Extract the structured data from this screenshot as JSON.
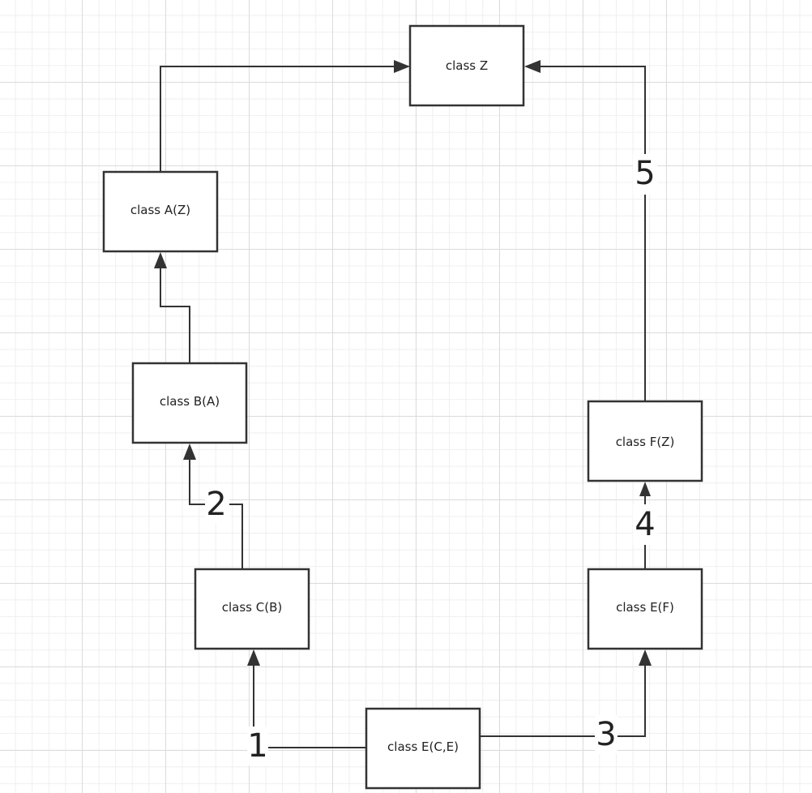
{
  "nodes": [
    {
      "id": "z",
      "label": "class Z"
    },
    {
      "id": "a",
      "label": "class A(Z)"
    },
    {
      "id": "b",
      "label": "class B(A)"
    },
    {
      "id": "c",
      "label": "class C(B)"
    },
    {
      "id": "e-bottom",
      "label": "class E(C,E)"
    },
    {
      "id": "e-right",
      "label": "class E(F)"
    },
    {
      "id": "f",
      "label": "class F(Z)"
    }
  ],
  "steps": [
    {
      "id": "1",
      "label": "1"
    },
    {
      "id": "2",
      "label": "2"
    },
    {
      "id": "3",
      "label": "3"
    },
    {
      "id": "4",
      "label": "4"
    },
    {
      "id": "5",
      "label": "5"
    }
  ],
  "colors": {
    "stroke": "#333333",
    "box_fill": "#ffffff",
    "grid_major": "#dcdcdc",
    "grid_minor": "#efefef"
  }
}
